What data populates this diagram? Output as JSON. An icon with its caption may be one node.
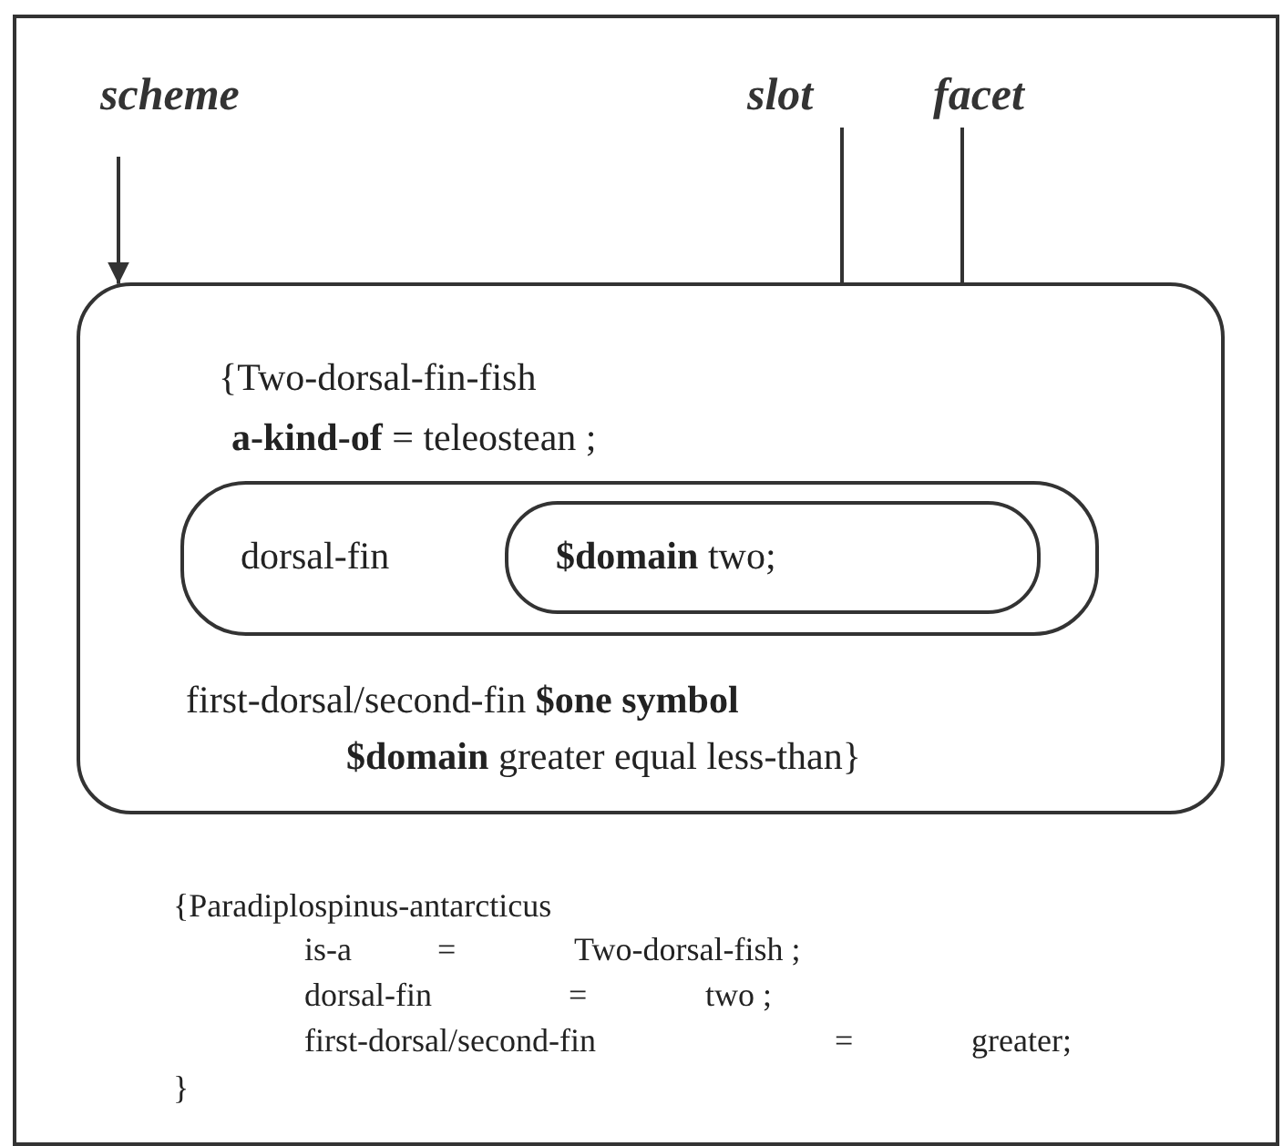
{
  "diagram": {
    "nodes": [
      {
        "text": [
          "scheme"
        ]
      },
      {
        "text": [
          "slot"
        ]
      },
      {
        "text": [
          "facet"
        ]
      },
      {
        "text": [
          "{Two-dorsal-fin-fish",
          "**a-kind-of** = teleostean ;",
          "first-dorsal/second-fin **$one symbol**",
          "**$domain** greater equal less-than}"
        ]
      },
      {
        "text": [
          "dorsal-fin"
        ],
        "in": 3
      },
      {
        "text": [
          "**$domain** two;"
        ],
        "in": 4
      }
    ],
    "edges": [
      {
        "from": 0,
        "to": 3,
        "arrow": "to"
      },
      {
        "from": 1,
        "to": 3,
        "arrow": "none"
      },
      {
        "from": 2,
        "to": 3,
        "arrow": "none"
      }
    ],
    "labels": [
      "{Paradiplospinus-antarcticus",
      "is-a",
      "=",
      "Two-dorsal-fish ;",
      "dorsal-fin",
      "=",
      "two ;",
      "first-dorsal/second-fin",
      "=",
      "greater;",
      "}"
    ]
  }
}
